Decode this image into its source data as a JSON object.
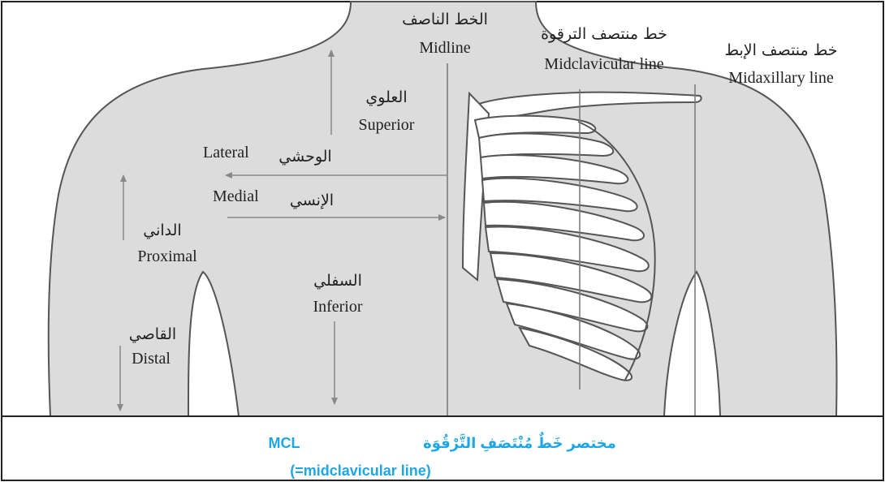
{
  "labels": {
    "midline_ar": "الخط الناصف",
    "midline_en": "Midline",
    "midclavicular_ar": "خط منتصف الترقوة",
    "midclavicular_en": "Midclavicular line",
    "midaxillary_ar": "خط منتصف الإبط",
    "midaxillary_en": "Midaxillary line",
    "superior_ar": "العلوي",
    "superior_en": "Superior",
    "lateral_en": "Lateral",
    "lateral_ar": "الوحشي",
    "medial_en": "Medial",
    "medial_ar": "الإنسي",
    "proximal_ar": "الداني",
    "proximal_en": "Proximal",
    "inferior_ar": "السفلي",
    "inferior_en": "Inferior",
    "distal_ar": "القاصي",
    "distal_en": "Distal"
  },
  "footer": {
    "mcl": "MCL",
    "mcl_ar": "مختصر خَطٌ مُنْتَصَفِ التَّرْقُوَة",
    "mcl_full": "(=midclavicular line)"
  },
  "colors": {
    "body_fill": "#dcdcdc",
    "outline": "#555555",
    "accent": "#1ea7e4"
  }
}
